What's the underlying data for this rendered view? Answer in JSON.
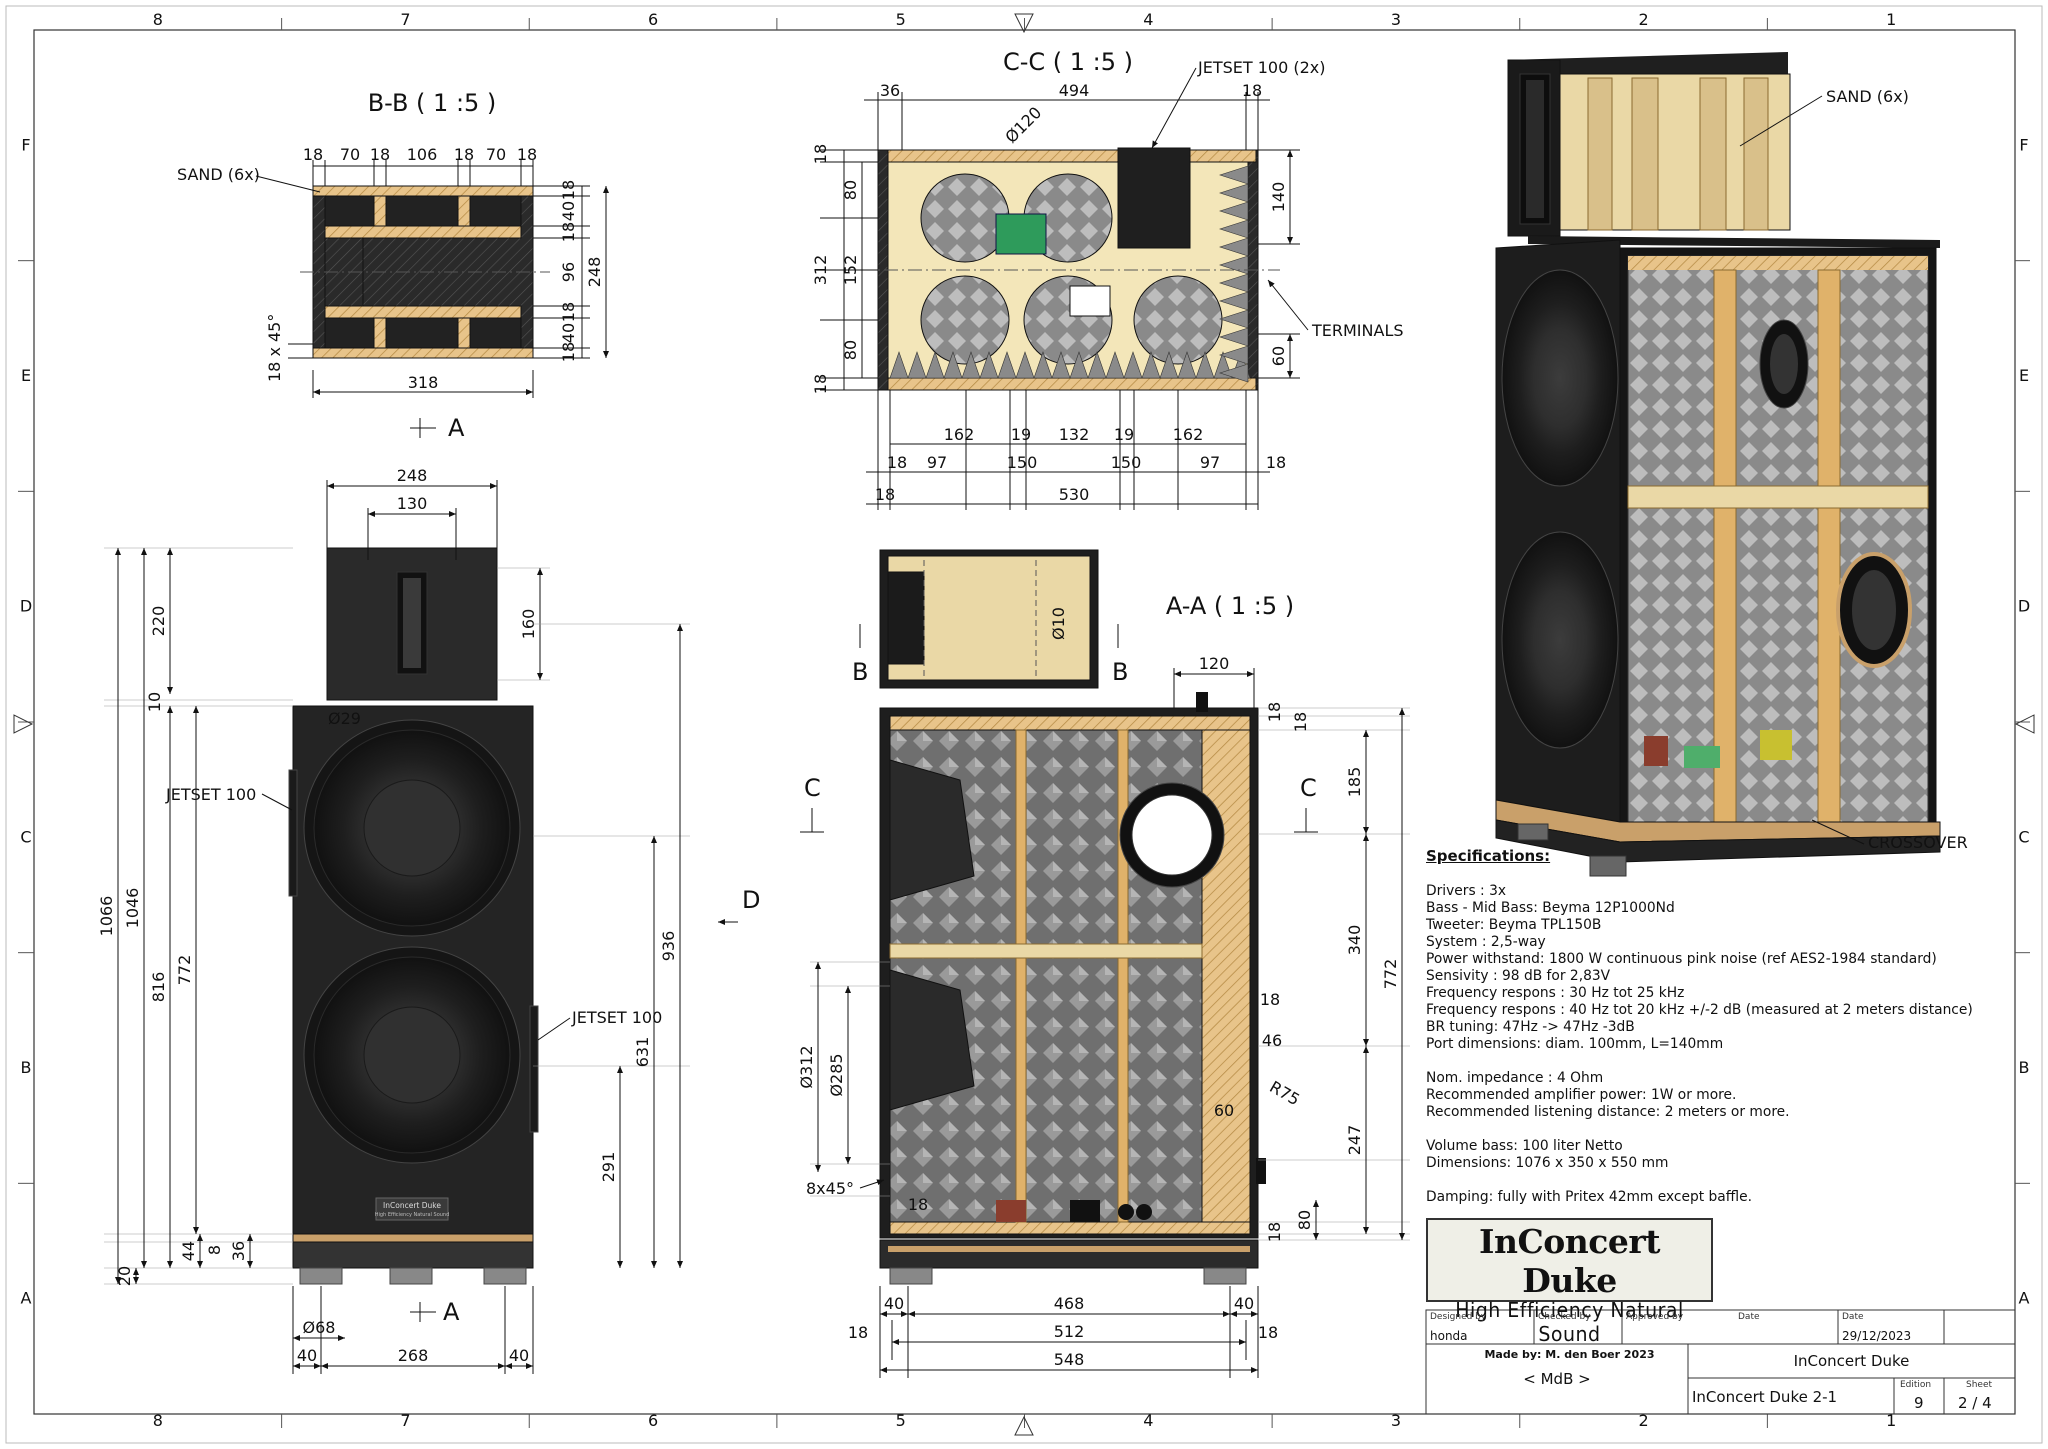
{
  "border": {
    "columns": [
      "8",
      "7",
      "6",
      "5",
      "4",
      "3",
      "2",
      "1"
    ],
    "rows": [
      "F",
      "E",
      "D",
      "C",
      "B",
      "A"
    ]
  },
  "views": {
    "bb": {
      "title": "B-B ( 1 :5 )",
      "sand_label": "SAND (6x)",
      "top_dims": [
        "18",
        "70",
        "18",
        "106",
        "18",
        "70",
        "18"
      ],
      "right_dims": [
        "18",
        "40",
        "18",
        "96",
        "18",
        "40",
        "18"
      ],
      "height_dim": "248",
      "width_dim": "318",
      "chamfer": "18 x 45°",
      "section_marker": "A"
    },
    "cc": {
      "title": "C-C ( 1 :5 )",
      "jetset_label": "JETSET 100 (2x)",
      "terminals_label": "TERMINALS",
      "dia": "Ø120",
      "top_dims": [
        "36",
        "494",
        "18"
      ],
      "left_dims": [
        "18",
        "80",
        "152",
        "312",
        "80",
        "18"
      ],
      "right_dims": [
        "140",
        "60"
      ],
      "bottom_row1": [
        "162",
        "19",
        "132",
        "19",
        "162"
      ],
      "bottom_row2": [
        "18",
        "97",
        "150",
        "150",
        "97",
        "18"
      ],
      "bottom_row3": [
        "18",
        "530"
      ]
    },
    "front": {
      "top_dims": [
        "248",
        "130"
      ],
      "left_dims": [
        "1066",
        "1046",
        "816",
        "772",
        "220",
        "10",
        "44",
        "8",
        "36",
        "20"
      ],
      "right_dims": [
        "160",
        "936",
        "631",
        "291"
      ],
      "bottom_dims": [
        "Ø68",
        "40",
        "268",
        "40"
      ],
      "port_dia": "Ø29",
      "jetset_left": "JETSET 100",
      "jetset_right": "JETSET 100",
      "section_d": "D",
      "section_a": "A",
      "badge_line1": "InConcert Duke",
      "badge_line2": "High Efficiency Natural Sound"
    },
    "aa": {
      "title": "A-A ( 1 :5 )",
      "dia10": "Ø10",
      "b_left": "B",
      "b_right": "B",
      "c_left": "C",
      "c_right": "C",
      "top_dim": "120",
      "right_dims": [
        "18",
        "18",
        "185",
        "340",
        "772",
        "18",
        "46",
        "R75",
        "60",
        "247",
        "18",
        "80"
      ],
      "left_dims": [
        "Ø312",
        "Ø285",
        "8x45°",
        "18"
      ],
      "bottom_dims": [
        "40",
        "468",
        "40",
        "18",
        "512",
        "18",
        "548"
      ]
    },
    "iso": {
      "sand_label": "SAND (6x)",
      "crossover_label": "CROSSOVER"
    }
  },
  "specs": {
    "heading": "Specifications:",
    "group1": [
      "Drivers : 3x",
      "Bass - Mid Bass: Beyma 12P1000Nd",
      "Tweeter: Beyma TPL150B",
      "System : 2,5-way",
      "Power withstand: 1800 W continuous pink noise (ref AES2-1984 standard)",
      "Sensivity : 98 dB for 2,83V",
      "Frequency respons : 30 Hz tot 25 kHz",
      "Frequency respons : 40 Hz tot 20 kHz +/-2 dB (measured at 2 meters distance)",
      "BR tuning: 47Hz -> 47Hz -3dB",
      "Port dimensions: diam. 100mm, L=140mm"
    ],
    "group2": [
      "Nom. impedance : 4 Ohm",
      "Recommended amplifier power: 1W or more.",
      "Recommended listening distance: 2 meters or more."
    ],
    "group3": [
      "Volume bass: 100 liter Netto",
      "Dimensions: 1076 x 350 x 550 mm"
    ],
    "damping": "Damping: fully with Pritex 42mm except baffle."
  },
  "logo": {
    "line1": "InConcert Duke",
    "line2": "High Efficiency Natural Sound",
    "line3": "Made by: M. den Boer 2023"
  },
  "title_block": {
    "designed_by_label": "Designed by",
    "designed_by": "honda",
    "checked_by_label": "Checked by",
    "approved_by_label": "Approved by",
    "date_label": "Date",
    "date_label2": "Date",
    "date": "29/12/2023",
    "company": "< MdB >",
    "title": "InConcert Duke",
    "drawing_name": "InConcert Duke 2-1",
    "edition_label": "Edition",
    "edition": "9",
    "sheet_label": "Sheet",
    "sheet": "2 / 4"
  },
  "colors": {
    "wood": "#e8c48a",
    "cabinet": "#222222",
    "foam": "#777777",
    "sand": "#ead8a6"
  }
}
